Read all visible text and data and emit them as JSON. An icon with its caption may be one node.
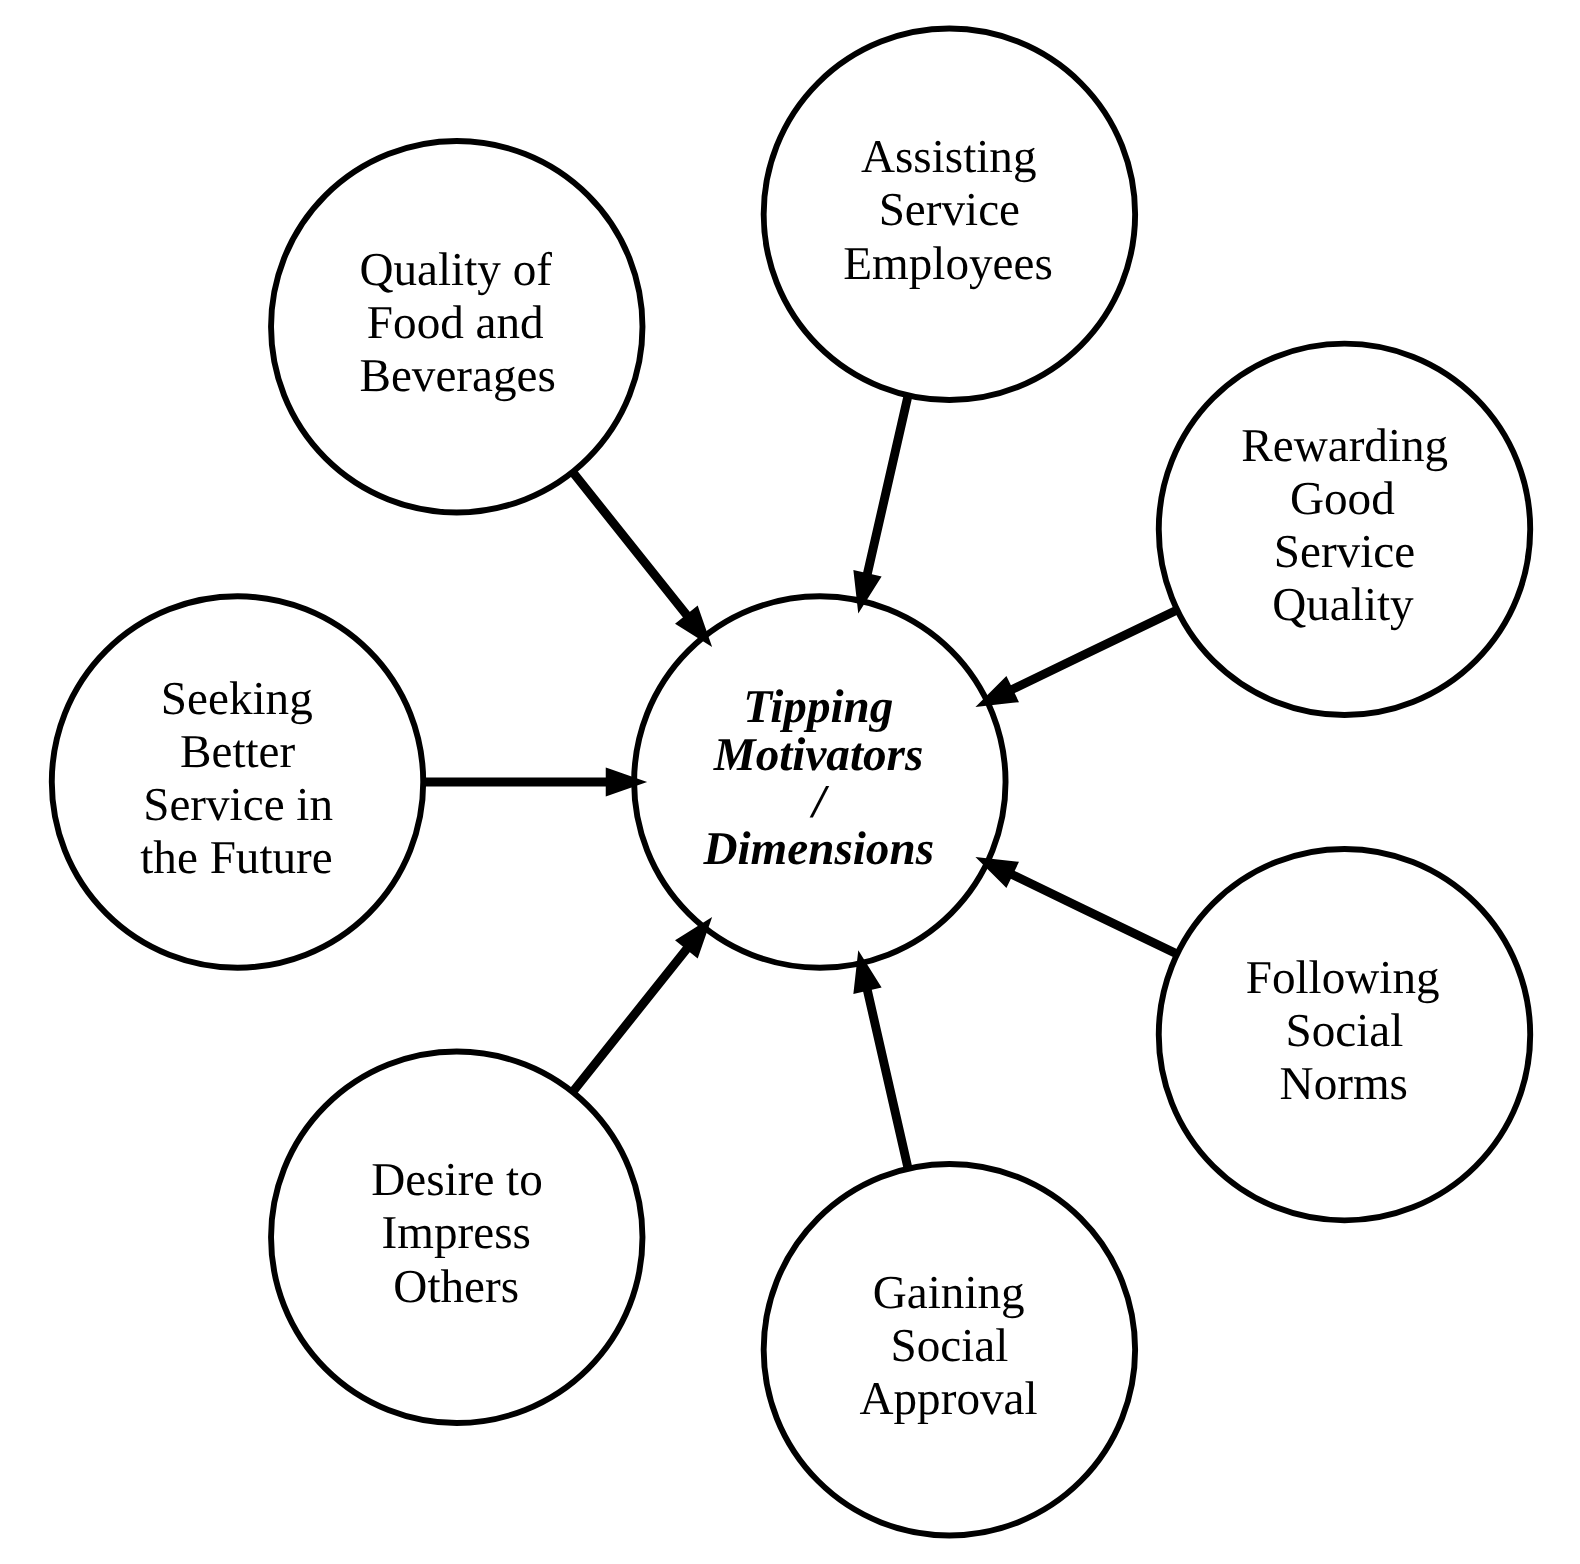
{
  "diagram": {
    "nodes": [
      {
        "text": [
          "Rewarding Good Service Quality"
        ]
      },
      {
        "text": [
          "Assisting Service Employees"
        ]
      },
      {
        "text": [
          "Quality of Food and Beverages"
        ]
      },
      {
        "text": [
          "Tipping Motivators / Dimensions"
        ]
      },
      {
        "text": [
          "Seeking Better Service in the Future"
        ]
      },
      {
        "text": [
          "Desire to Impress Others"
        ]
      },
      {
        "text": [
          "Gaining Social Approval"
        ]
      },
      {
        "text": [
          "Following Social Norms"
        ]
      }
    ],
    "edges": [
      {
        "from": 0,
        "to": 3,
        "arrow": "to"
      },
      {
        "from": 1,
        "to": 3,
        "arrow": "to"
      },
      {
        "from": 2,
        "to": 3,
        "arrow": "to"
      },
      {
        "from": 4,
        "to": 3,
        "arrow": "to"
      },
      {
        "from": 5,
        "to": 3,
        "arrow": "to"
      },
      {
        "from": 6,
        "to": 3,
        "arrow": "to"
      },
      {
        "from": 7,
        "to": 3,
        "arrow": "to"
      }
    ]
  }
}
